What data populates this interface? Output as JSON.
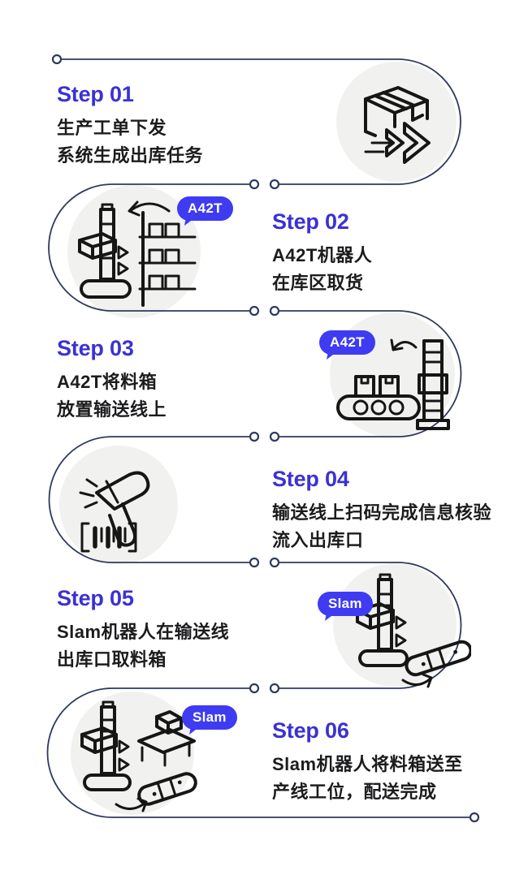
{
  "diagram": {
    "type": "workflow-steps",
    "language": "zh-CN",
    "step_count": 6
  },
  "colors": {
    "step_title": "#3b31d4",
    "badge_bg": "#3e3bf2",
    "badge_text": "#ffffff",
    "body_text": "#1c1c1e",
    "flow_line": "#2e3a5e",
    "icon_circle_bg": "#f1f1ef",
    "icon_stroke": "#161616",
    "background": "#ffffff"
  },
  "steps": [
    {
      "title": "Step 01",
      "lines": [
        "生产工单下发",
        "系统生成出库任务"
      ],
      "icon": "package-dispatch-icon",
      "icon_side": "right",
      "badge": null
    },
    {
      "title": "Step 02",
      "lines": [
        "A42T机器人",
        "在库区取货"
      ],
      "icon": "a42t-robot-shelf-picking-icon",
      "icon_side": "left",
      "badge": "A42T"
    },
    {
      "title": "Step 03",
      "lines": [
        "A42T将料箱",
        "放置输送线上"
      ],
      "icon": "robot-place-on-conveyor-icon",
      "icon_side": "right",
      "badge": "A42T"
    },
    {
      "title": "Step 04",
      "lines": [
        "输送线上扫码完成信息核验",
        "流入出库口"
      ],
      "icon": "barcode-scanner-icon",
      "icon_side": "left",
      "badge": null
    },
    {
      "title": "Step 05",
      "lines": [
        "Slam机器人在输送线",
        "出库口取料箱"
      ],
      "icon": "slam-robot-conveyor-pick-icon",
      "icon_side": "right",
      "badge": "Slam"
    },
    {
      "title": "Step 06",
      "lines": [
        "Slam机器人将料箱送至",
        "产线工位，配送完成"
      ],
      "icon": "slam-robot-workstation-delivery-icon",
      "icon_side": "left",
      "badge": "Slam"
    }
  ]
}
